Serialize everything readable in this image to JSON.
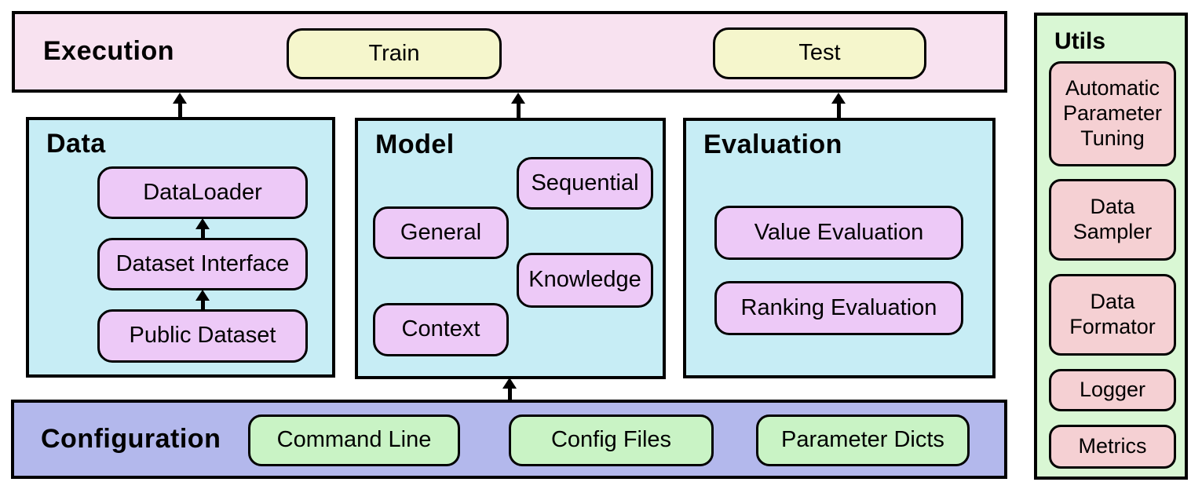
{
  "colors": {
    "execution_bg": "#f8e2f0",
    "execution_pill_bg": "#f5f6cc",
    "module_bg": "#c7edf5",
    "module_pill_bg": "#edc9f7",
    "configuration_bg": "#b3b8ec",
    "configuration_pill_bg": "#c9f3c5",
    "utils_bg": "#d9f7d4",
    "utils_pill_bg": "#f5d0d3",
    "outline": "#000000"
  },
  "execution": {
    "title": "Execution",
    "stages": [
      {
        "label": "Train"
      },
      {
        "label": "Test"
      }
    ]
  },
  "data_module": {
    "title": "Data",
    "components": [
      {
        "label": "DataLoader"
      },
      {
        "label": "Dataset Interface"
      },
      {
        "label": "Public Dataset"
      }
    ]
  },
  "model_module": {
    "title": "Model",
    "components": [
      {
        "label": "Sequential"
      },
      {
        "label": "General"
      },
      {
        "label": "Knowledge"
      },
      {
        "label": "Context"
      }
    ]
  },
  "evaluation_module": {
    "title": "Evaluation",
    "components": [
      {
        "label": "Value Evaluation"
      },
      {
        "label": "Ranking Evaluation"
      }
    ]
  },
  "configuration": {
    "title": "Configuration",
    "sources": [
      {
        "label": "Command Line"
      },
      {
        "label": "Config Files"
      },
      {
        "label": "Parameter Dicts"
      }
    ]
  },
  "utils": {
    "title": "Utils",
    "components": [
      {
        "label": "Automatic Parameter Tuning"
      },
      {
        "label": "Data Sampler"
      },
      {
        "label": "Data Formator"
      },
      {
        "label": "Logger"
      },
      {
        "label": "Metrics"
      }
    ]
  }
}
